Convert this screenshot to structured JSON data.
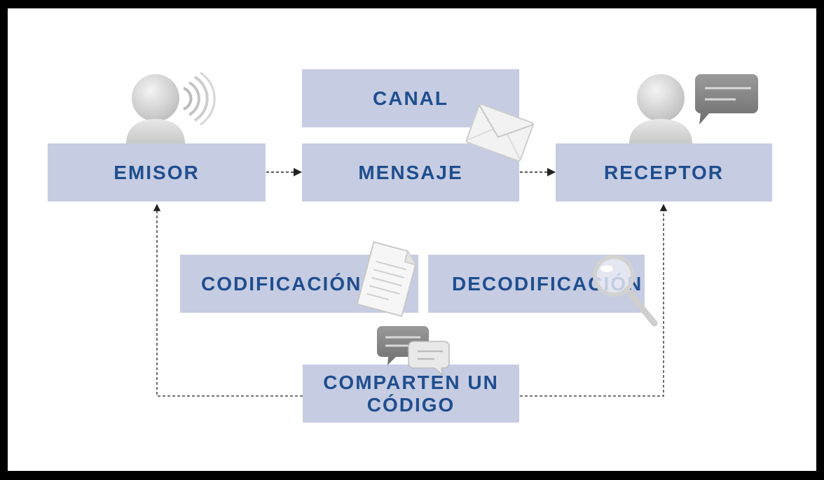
{
  "diagram": {
    "canal": "CANAL",
    "emisor": "EMISOR",
    "mensaje": "MENSAJE",
    "receptor": "RECEPTOR",
    "codificacion": "CODIFICACIÓN",
    "decodificacion": "DECODIFICACIÓN",
    "comparten_line1": "COMPARTEN UN",
    "comparten_line2": "CÓDIGO"
  },
  "colors": {
    "box_fill": "#c6cce2",
    "text": "#1f4e8f",
    "frame": "#000000",
    "connector": "#222222"
  },
  "icons": [
    "person-sound-icon",
    "person-speech-icon",
    "envelope-icon",
    "document-icon",
    "magnifier-icon",
    "chat-bubbles-icon"
  ]
}
